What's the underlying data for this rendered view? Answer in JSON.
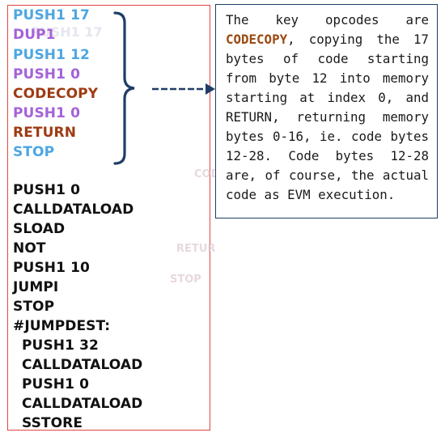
{
  "colors": {
    "blue_op": "#4ea6e2",
    "purple_op": "#a562d8",
    "red_op": "#9e3b13",
    "black_op": "#111111",
    "panel_border": "#e0453f",
    "box_border": "#1f3d66",
    "highlight": "#9a4a12"
  },
  "init_code": [
    {
      "text": "PUSH1 17",
      "style": "blue"
    },
    {
      "text": "DUP1",
      "style": "purple"
    },
    {
      "text": "PUSH1 12",
      "style": "blue"
    },
    {
      "text": "PUSH1 0",
      "style": "purple"
    },
    {
      "text": "CODECOPY",
      "style": "red"
    },
    {
      "text": "PUSH1 0",
      "style": "purple"
    },
    {
      "text": "RETURN",
      "style": "red"
    },
    {
      "text": "STOP",
      "style": "blue"
    }
  ],
  "runtime_code": [
    "PUSH1 0",
    "CALLDATALOAD",
    "SLOAD",
    "NOT",
    "PUSH1 10",
    "JUMPI",
    "STOP",
    "#JUMPDEST:",
    "PUSH1 32",
    "CALLDATALOAD",
    "PUSH1 0",
    "CALLDATALOAD",
    "SSTORE"
  ],
  "note": {
    "before_highlight": "The key opcodes are ",
    "highlight": "CODECOPY",
    "after_highlight": ", copying the 17 bytes of code starting from byte 12 into memory starting at index 0, and RETURN, returning memory bytes 0-16, ie. code bytes 12-28. Code bytes 12-28 are, of course, the actual code as EVM execution."
  },
  "ghost_words": [
    "PUSH1 17",
    "COD",
    "RETUR",
    "STOP"
  ]
}
